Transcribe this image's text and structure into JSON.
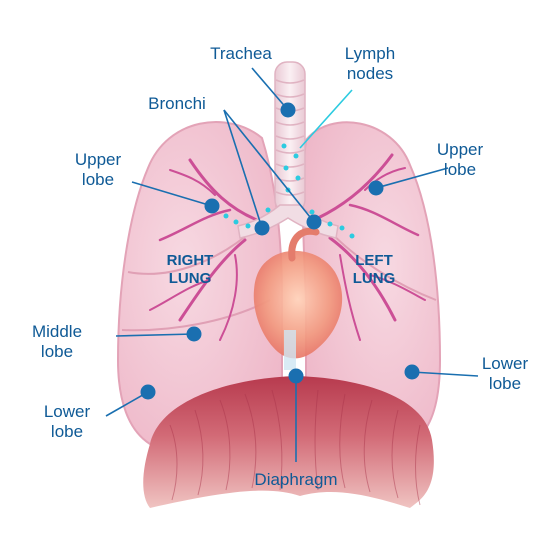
{
  "colors": {
    "label": "#0f5a96",
    "pointer": "#1a6fb0",
    "lymph_pointer": "#2ccbe0",
    "lung_fill": "#f2c6d3",
    "lung_edge": "#e3a3b7",
    "vessels": "#cc4f96",
    "trachea": "#f1dde4",
    "heart": "#ee8870",
    "diaphragm": "#c4485a",
    "diaphragm_light": "#e8a4a4"
  },
  "labels": {
    "trachea": "Trachea",
    "lymph_nodes": "Lymph\nnodes",
    "bronchi": "Bronchi",
    "upper_lobe_right": "Upper\nlobe",
    "upper_lobe_left": "Upper\nlobe",
    "right_lung": "RIGHT\nLUNG",
    "left_lung": "LEFT\nLUNG",
    "middle_lobe": "Middle\nlobe",
    "lower_lobe_right": "Lower\nlobe",
    "lower_lobe_left": "Lower\nlobe",
    "diaphragm": "Diaphragm"
  }
}
